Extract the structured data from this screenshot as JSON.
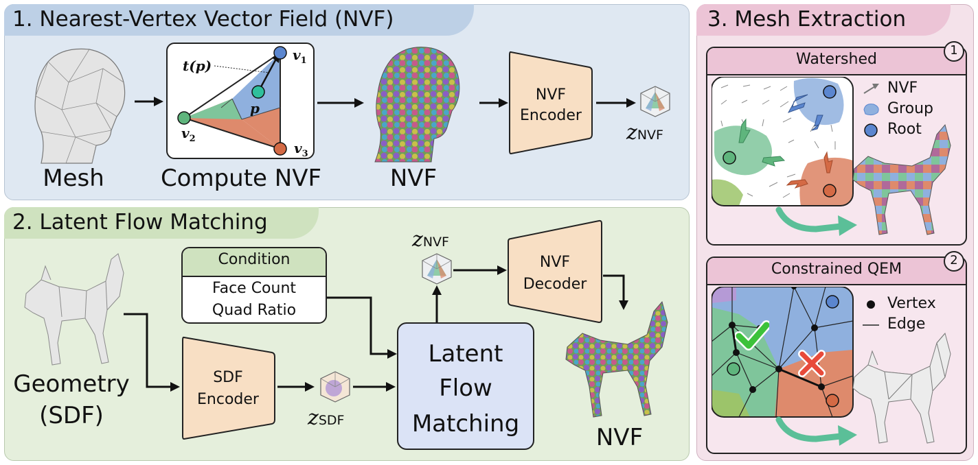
{
  "section1": {
    "title": "1. Nearest-Vertex Vector Field (NVF)",
    "mesh_label": "Mesh",
    "compute_label": "Compute NVF",
    "nvf_label": "NVF",
    "encoder_line1": "NVF",
    "encoder_line2": "Encoder",
    "latent_main": "z",
    "latent_sub": "NVF",
    "diagram": {
      "t_label": "t(p)",
      "p_label": "p",
      "v1_main": "v",
      "v1_sub": "1",
      "v2_main": "v",
      "v2_sub": "2",
      "v3_main": "v",
      "v3_sub": "3"
    }
  },
  "section2": {
    "title": "2. Latent Flow Matching",
    "geometry_line1": "Geometry",
    "geometry_line2": "(SDF)",
    "condition_header": "Condition",
    "condition_line1": "Face Count",
    "condition_line2": "Quad Ratio",
    "sdf_encoder_line1": "SDF",
    "sdf_encoder_line2": "Encoder",
    "latent_sdf_main": "z",
    "latent_sdf_sub": "SDF",
    "latent_nvf_main": "z",
    "latent_nvf_sub": "NVF",
    "flow_line1": "Latent",
    "flow_line2": "Flow",
    "flow_line3": "Matching",
    "decoder_line1": "NVF",
    "decoder_line2": "Decoder",
    "nvf_label": "NVF"
  },
  "section3": {
    "title": "3. Mesh Extraction",
    "watershed": {
      "title": "Watershed",
      "badge": "1",
      "legend": [
        "NVF",
        "Group",
        "Root"
      ]
    },
    "qem": {
      "title": "Constrained QEM",
      "badge": "2",
      "legend": [
        "Vertex",
        "Edge"
      ]
    }
  },
  "colors": {
    "section1_bg": "#dfe8f2",
    "section1_tab": "#bdd0e6",
    "section2_bg": "#e5efdc",
    "section2_tab": "#cfe2bf",
    "section3_bg": "#f4e2ea",
    "section3_tab": "#ecc4d6",
    "encoder_fill": "#f8dfc4",
    "flow_fill": "#dbe3f6",
    "region_green": "#7fc59b",
    "region_blue": "#8fb0de",
    "region_orange": "#de8a6c",
    "arrow_teal": "#5bbf98",
    "check_green": "#3cc23a",
    "cross_red": "#e84a3a"
  }
}
